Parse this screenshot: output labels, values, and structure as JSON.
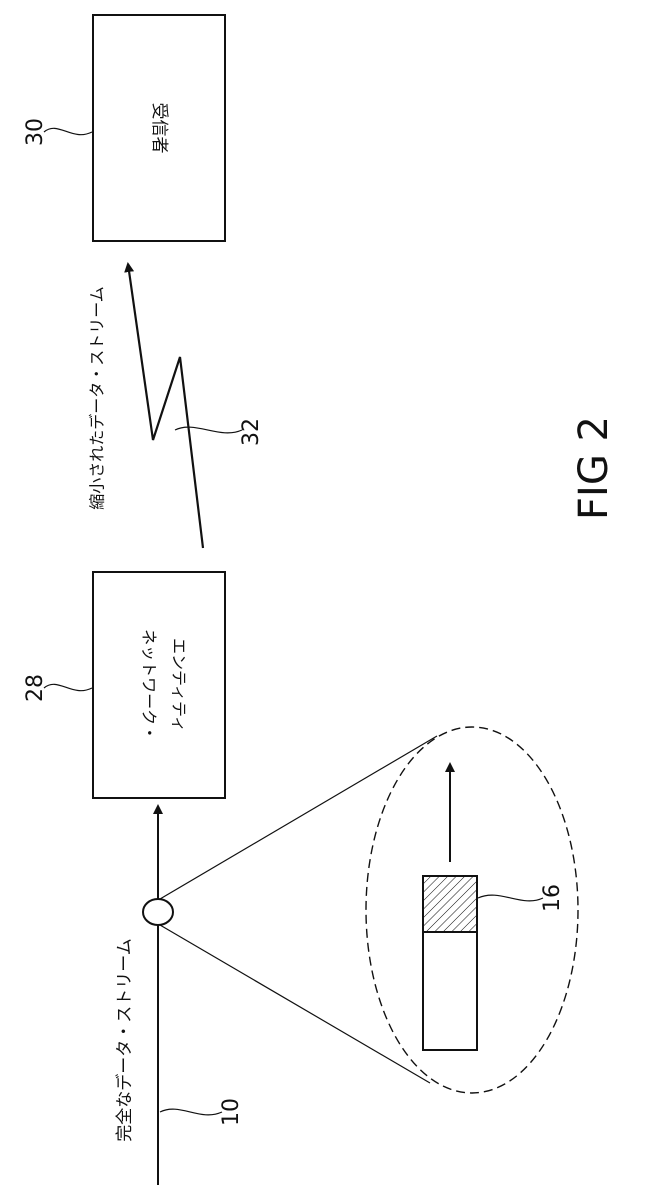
{
  "figure": {
    "title": "FIG 2",
    "boxes": {
      "receiver": {
        "label": "受信者",
        "ref": "30"
      },
      "network_entity": {
        "label_line1": "ネットワーク・",
        "label_line2": "エンティティ",
        "ref": "28"
      }
    },
    "streams": {
      "full": {
        "label": "完全なデータ・ストリーム",
        "ref": "10"
      },
      "reduced": {
        "label": "縮小されたデータ・ストリーム",
        "ref": "32"
      }
    },
    "packet": {
      "ref": "16"
    }
  },
  "colors": {
    "ink": "#111111",
    "background": "#ffffff"
  }
}
